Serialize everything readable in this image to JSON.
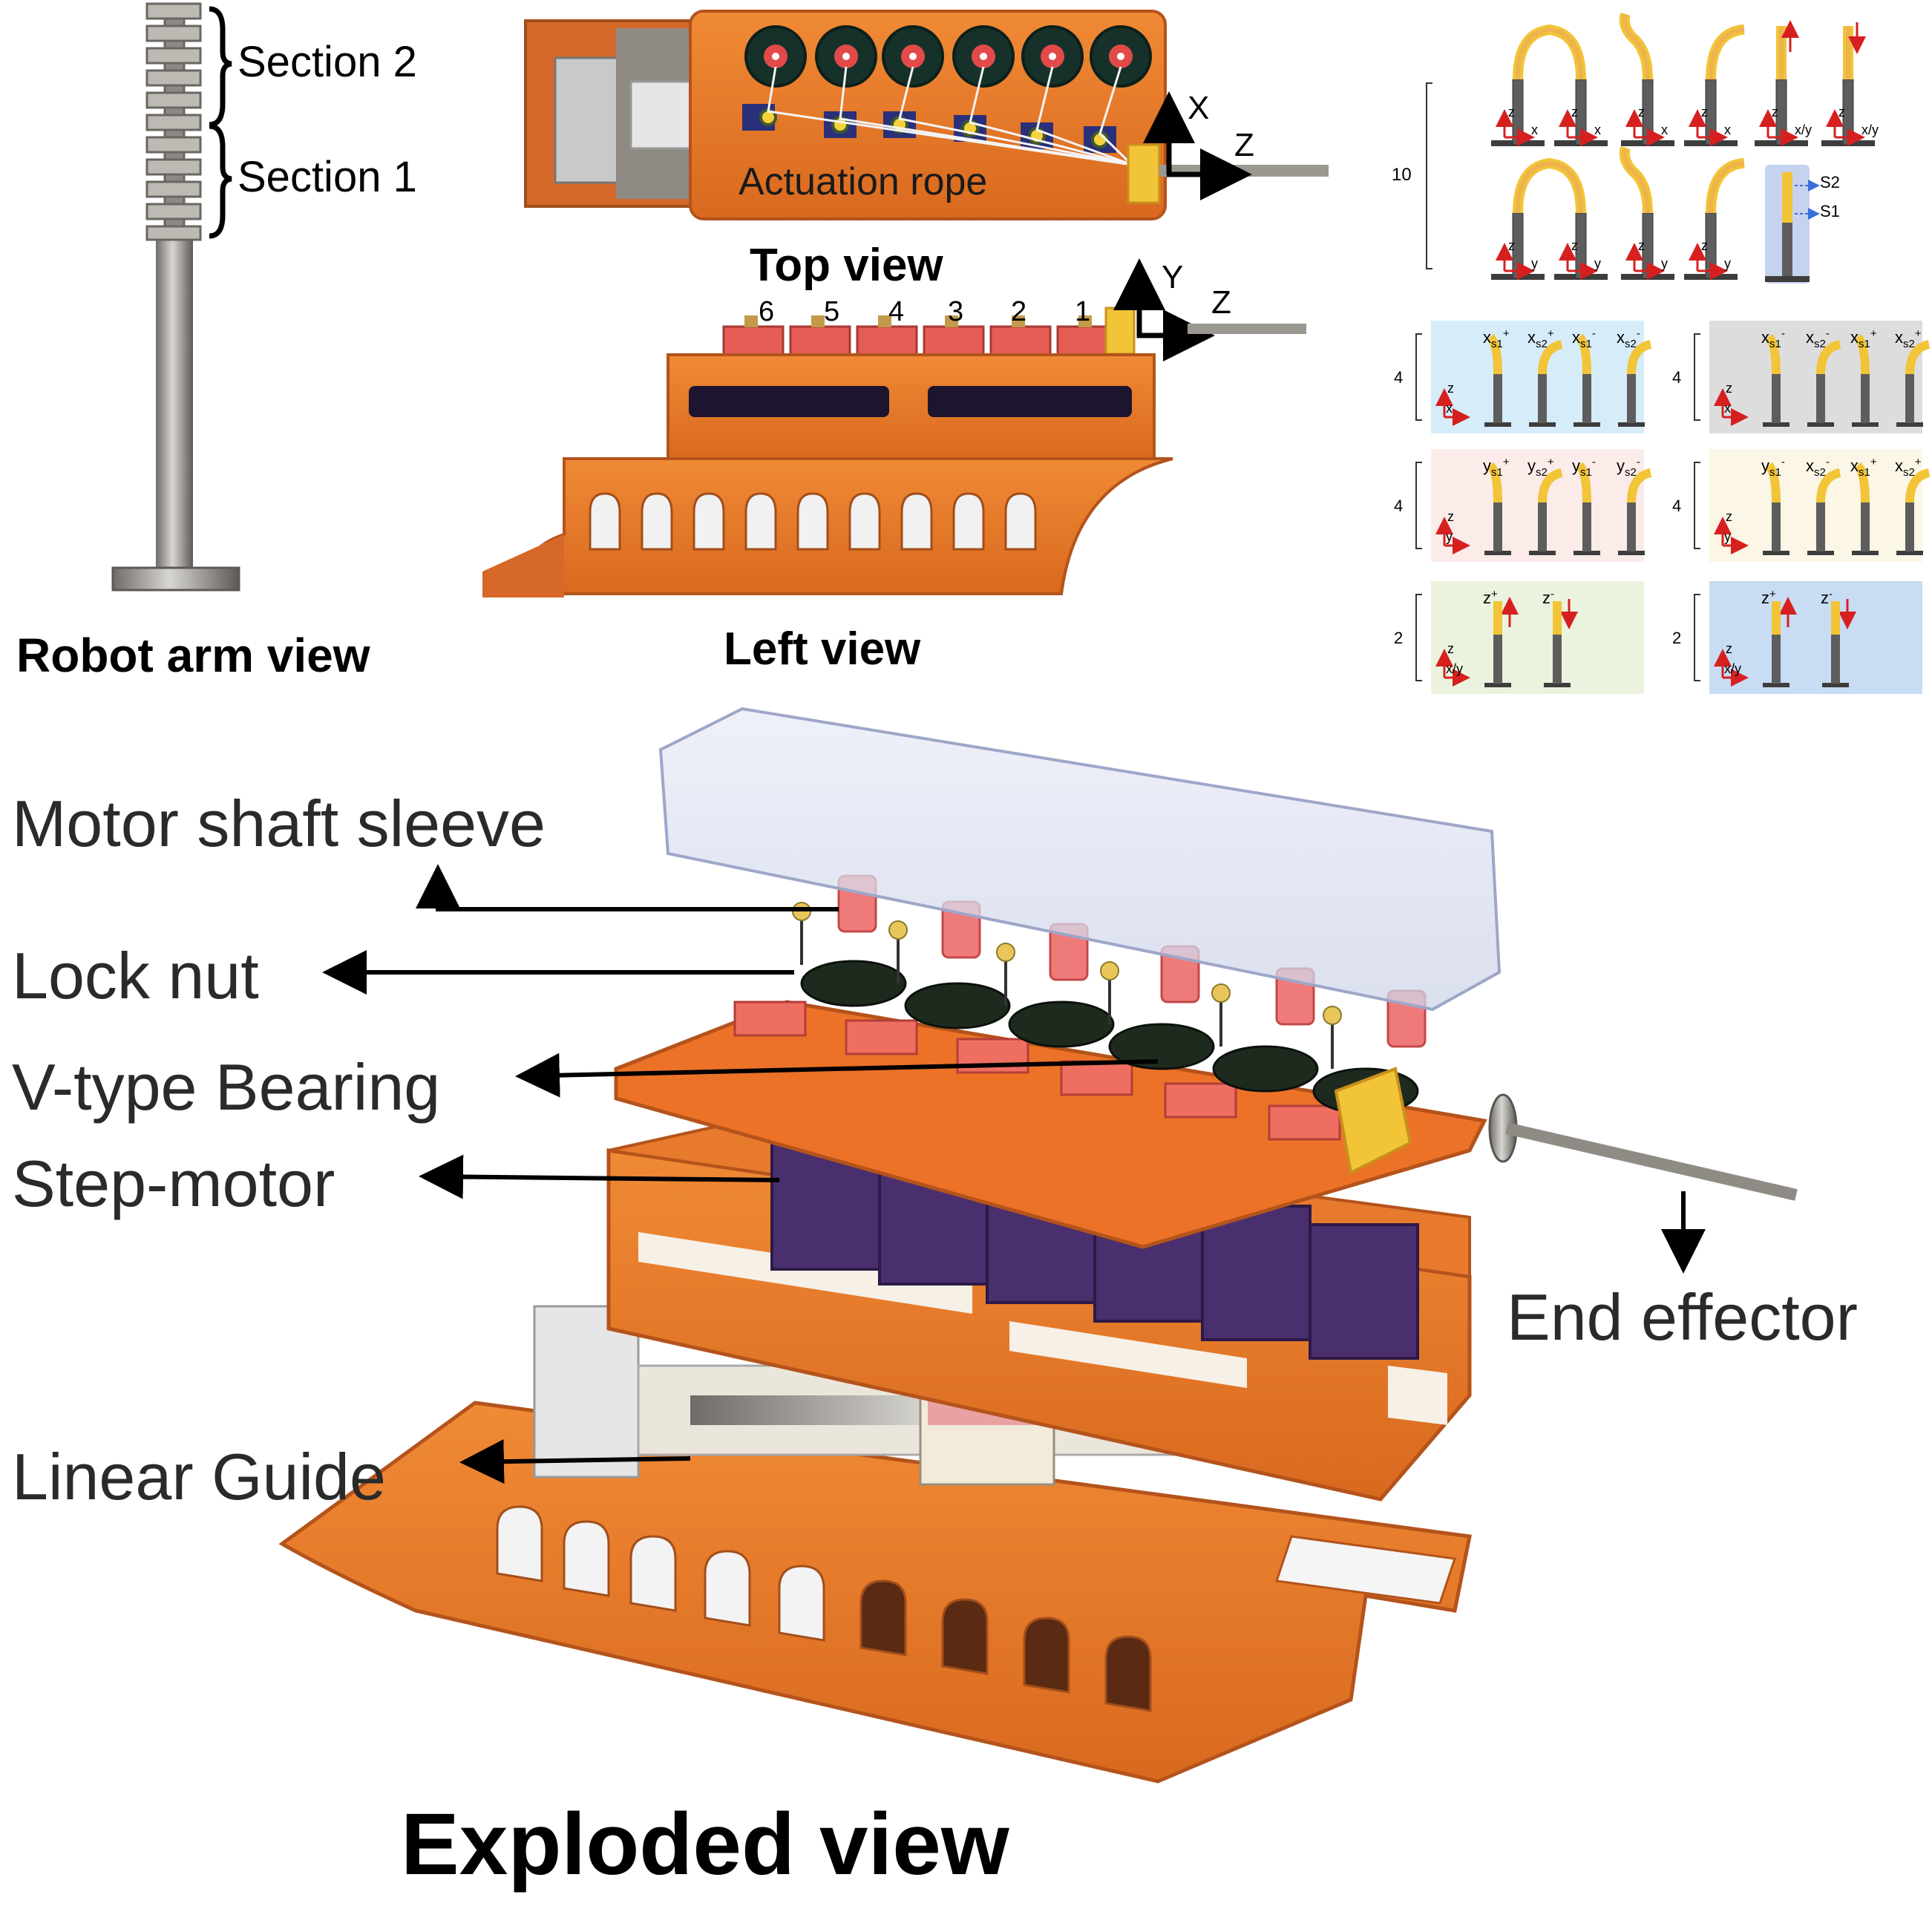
{
  "colors": {
    "orange": "#e8782a",
    "orange_dark": "#b4531b",
    "purple": "#4a2f6e",
    "motor_purple": "#5a3b86",
    "sleeve_red": "#e85a5a",
    "yellow": "#f2c437",
    "gray_rod": "#5d5d5d",
    "panel_blue": "#d6ecf8",
    "panel_gray": "#dddddd",
    "panel_pink": "#fbecea",
    "panel_cream": "#fbf6e6",
    "panel_green": "#ebf3de",
    "panel_lightblue": "#c8dcf3",
    "axis_red": "#d62020"
  },
  "arm": {
    "section2": "Section 2",
    "section1": "Section 1",
    "caption": "Robot arm view"
  },
  "top_view": {
    "actuation_rope": "Actuation rope",
    "axis_x": "X",
    "axis_z": "Z",
    "caption": "Top view"
  },
  "left_view": {
    "axis_y": "Y",
    "axis_z": "Z",
    "motor_numbers": [
      "6",
      "5",
      "4",
      "3",
      "2",
      "1"
    ],
    "caption": "Left view"
  },
  "poses": {
    "row_count_top": "10",
    "s2": "S2",
    "s1": "S1",
    "z": "z",
    "x": "x",
    "y": "y",
    "xy": "x/y",
    "panels": [
      {
        "count": "4",
        "axis": "x",
        "labels": [
          "x",
          "x",
          "x",
          "x"
        ],
        "subs": [
          "s1",
          "s2",
          "s1",
          "s2"
        ],
        "sups": [
          "+",
          "+",
          "-",
          "-"
        ]
      },
      {
        "count": "4",
        "axis": "x",
        "labels": [
          "x",
          "x",
          "x",
          "x"
        ],
        "subs": [
          "s1",
          "s2",
          "s1",
          "s2"
        ],
        "sups": [
          "-",
          "-",
          "+",
          "+"
        ]
      },
      {
        "count": "4",
        "axis": "y",
        "labels": [
          "y",
          "y",
          "y",
          "y"
        ],
        "subs": [
          "s1",
          "s2",
          "s1",
          "s2"
        ],
        "sups": [
          "+",
          "+",
          "-",
          "-"
        ]
      },
      {
        "count": "4",
        "axis": "y",
        "labels": [
          "y",
          "x",
          "x",
          "x"
        ],
        "subs": [
          "s1",
          "s2",
          "s1",
          "s2"
        ],
        "sups": [
          "-",
          "-",
          "+",
          "+"
        ]
      },
      {
        "count": "2",
        "axis": "x/y",
        "labels": [
          "z",
          "z"
        ],
        "subs": [
          "",
          ""
        ],
        "sups": [
          "+",
          "-"
        ]
      },
      {
        "count": "2",
        "axis": "x/y",
        "labels": [
          "z",
          "z"
        ],
        "subs": [
          "",
          ""
        ],
        "sups": [
          "+",
          "-"
        ]
      }
    ]
  },
  "exploded": {
    "motor_shaft_sleeve": "Motor shaft sleeve",
    "lock_nut": "Lock nut",
    "v_bearing": "V-type Bearing",
    "step_motor": "Step-motor",
    "linear_guide": "Linear Guide",
    "end_effector": "End effector",
    "caption": "Exploded view"
  }
}
